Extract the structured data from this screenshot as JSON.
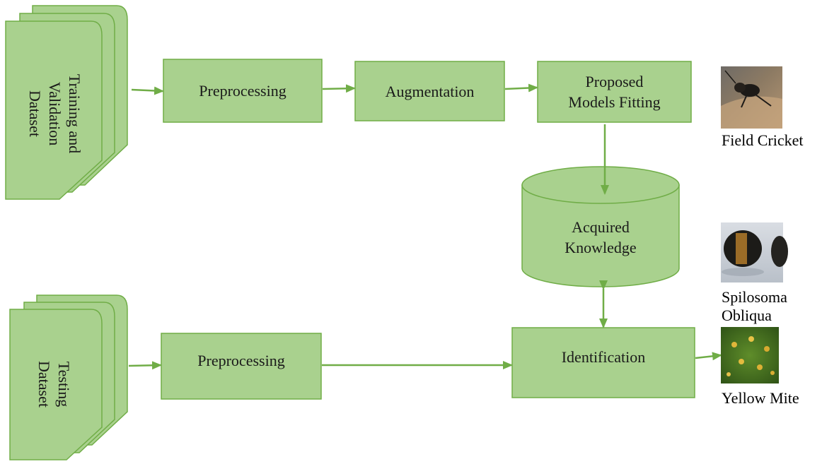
{
  "colors": {
    "box_fill": "#a9d18e",
    "box_stroke": "#70ad47",
    "arrow": "#70ad47"
  },
  "inputs": {
    "train_dataset": "Training and\nValidation\nDataset",
    "test_dataset": "Testing\nDataset"
  },
  "steps": {
    "preprocess_top": "Preprocessing",
    "augmentation": "Augmentation",
    "model_fitting": "Proposed\nModels Fitting",
    "knowledge": "Acquired\nKnowledge",
    "preprocess_bottom": "Preprocessing",
    "identification": "Identification"
  },
  "samples": {
    "field_cricket": "Field Cricket",
    "spilosoma": "Spilosoma\nObliqua",
    "yellow_mite": "Yellow Mite"
  }
}
